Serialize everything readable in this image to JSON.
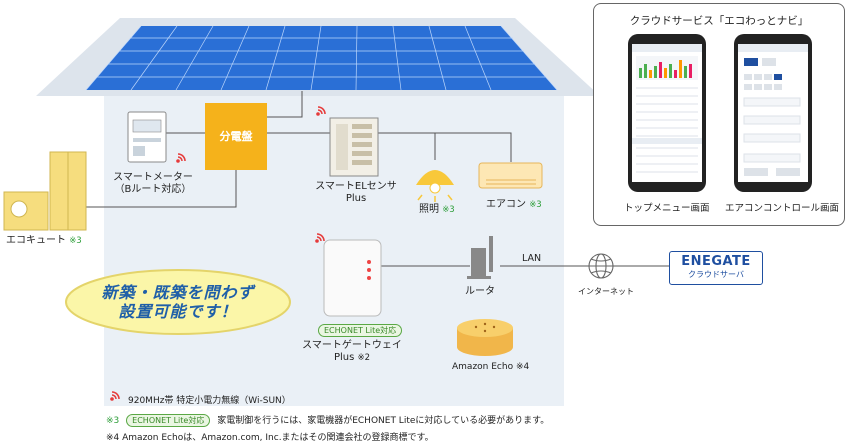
{
  "cloud": {
    "title": "クラウドサービス「エコわっとナビ」",
    "screen_top_label": "トップメニュー画面",
    "screen_ac_label": "エアコンコントロール画面"
  },
  "devices": {
    "distribution_board": "分電盤",
    "smart_meter": "スマートメーター",
    "smart_meter_note": "（Bルート対応）",
    "ecocute": "エコキュート",
    "ecocute_mark": "※3",
    "el_sensor": "スマートELセンサ",
    "el_sensor_sub": "Plus",
    "lighting": "照明",
    "lighting_mark": "※3",
    "aircon": "エアコン",
    "aircon_mark": "※3",
    "gateway": "スマートゲートウェイ",
    "gateway_sub": "Plus",
    "gateway_mark": "※2",
    "gateway_badge": "ECHONET Lite対応",
    "router": "ルータ",
    "lan": "LAN",
    "internet": "インターネット",
    "echo": "Amazon Echo",
    "echo_mark": "※4",
    "server_brand": "ENEGATE",
    "server_sub": "クラウドサーバ"
  },
  "bubble": {
    "line1": "新築・既築を問わず",
    "line2": "設置可能です！"
  },
  "legend": {
    "wireless": "920MHz帯 特定小電力無線（Wi-SUN）",
    "note3_mark": "※3",
    "note3_badge": "ECHONET Lite対応",
    "note3_text": "家電制御を行うには、家電機器がECHONET Liteに対応している必要があります。",
    "note4": "※4  Amazon Echoは、Amazon.com, Inc.またはその関連会社の登録商標です。"
  },
  "colors": {
    "house_bg": "#eaf0f6",
    "roof": "#dde4ec",
    "distribution_board": "#f5b21b",
    "solar_blue": "#2a6fd6",
    "wire": "#555555",
    "wireless_red": "#e63a3a",
    "echonet_green": "#5aa845",
    "ecocute_yellow": "#f6dd7e",
    "lamp_yellow": "#f8c83a",
    "bubble_yellow": "#fbf6a8",
    "enegate_blue": "#1f4fa0"
  }
}
